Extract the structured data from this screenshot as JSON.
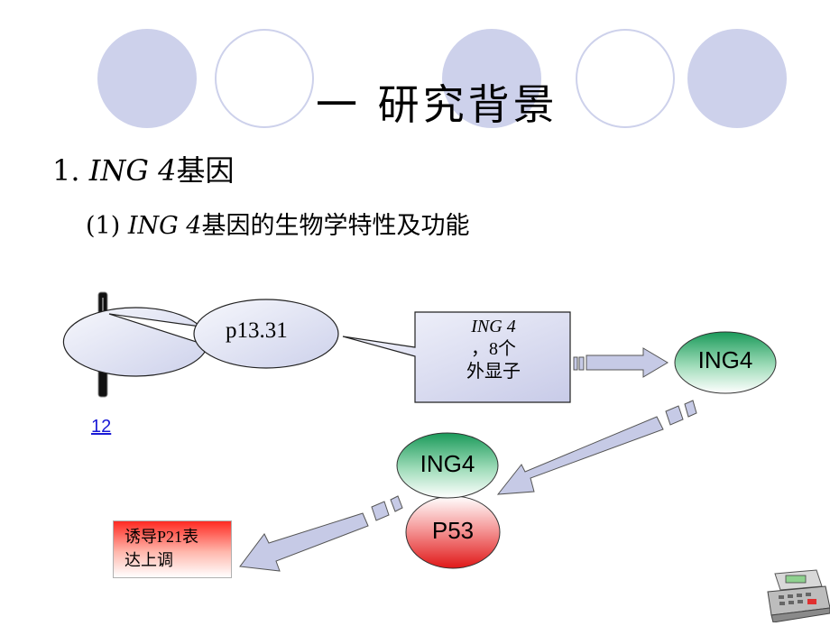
{
  "slide": {
    "title": "一  研究背景",
    "heading1_num": "1. ",
    "heading1_gene": "ING 4",
    "heading1_rest": "基因",
    "heading2_num": "(1) ",
    "heading2_gene": "ING 4",
    "heading2_rest": "基因的生物学特性及功能"
  },
  "diagram": {
    "chromosome_link": "12",
    "locus_label": "p13.31",
    "gene_box_line1": "ING 4",
    "gene_box_line2": "，8个",
    "gene_box_line3": "外显子",
    "protein_oval_right": "ING4",
    "protein_oval_top": "ING4",
    "protein_oval_bottom": "P53",
    "result_line1": "诱导P21表",
    "result_line2": "达上调"
  },
  "colors": {
    "circle_fill": "#cdd1eb",
    "arrow_fill": "#c6cae6",
    "box_fill": "#c8cbe8",
    "green_oval": "#1a9a5a",
    "red_oval": "#e01818",
    "link": "#1a1ad6"
  },
  "icons": {
    "nav": "cash-register-icon"
  }
}
